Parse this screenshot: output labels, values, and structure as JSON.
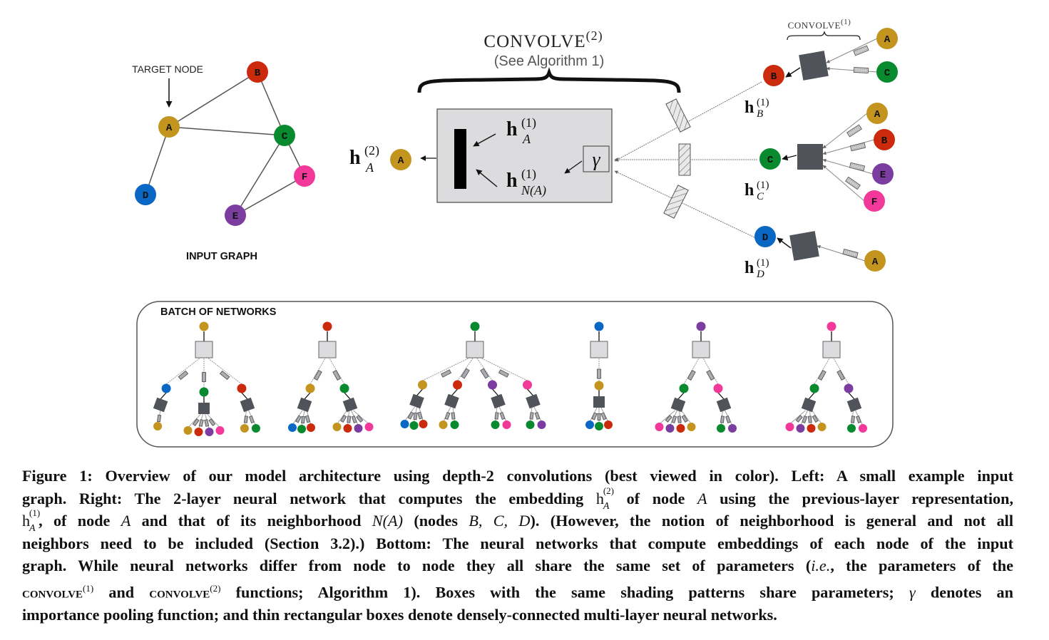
{
  "figure": {
    "input_graph": {
      "title": "INPUT GRAPH",
      "target_label": "TARGET NODE",
      "nodes": [
        {
          "id": "A",
          "color": "#c4951e"
        },
        {
          "id": "B",
          "color": "#cc2a0c"
        },
        {
          "id": "C",
          "color": "#0a8a2e"
        },
        {
          "id": "D",
          "color": "#0b67c4"
        },
        {
          "id": "E",
          "color": "#7b3d9f"
        },
        {
          "id": "F",
          "color": "#f2399a"
        }
      ],
      "edges": [
        [
          "A",
          "B"
        ],
        [
          "A",
          "C"
        ],
        [
          "B",
          "C"
        ],
        [
          "A",
          "D"
        ],
        [
          "C",
          "E"
        ],
        [
          "C",
          "F"
        ],
        [
          "E",
          "F"
        ]
      ]
    },
    "convolve2": {
      "title": "CONVOLVE",
      "title_sup": "(2)",
      "subtitle": "(See Algorithm 1)",
      "output_h": "h",
      "output_sup": "(2)",
      "output_sub": "A",
      "output_node": "A",
      "self_h": "h",
      "self_sup": "(1)",
      "self_sub": "A",
      "neigh_h": "h",
      "neigh_sup": "(1)",
      "neigh_sub": "N(A)",
      "pool_symbol": "γ"
    },
    "convolve1": {
      "title": "CONVOLVE",
      "title_sup": "(1)",
      "groups": [
        {
          "node": "B",
          "h": "h",
          "sup": "(1)",
          "sub": "B",
          "inputs": [
            "A",
            "C"
          ]
        },
        {
          "node": "C",
          "h": "h",
          "sup": "(1)",
          "sub": "C",
          "inputs": [
            "A",
            "B",
            "E",
            "F"
          ]
        },
        {
          "node": "D",
          "h": "h",
          "sup": "(1)",
          "sub": "D",
          "inputs": [
            "A"
          ]
        }
      ]
    },
    "batch": {
      "title": "BATCH OF NETWORKS",
      "networks": [
        {
          "root": "A",
          "children": [
            {
              "id": "D",
              "leaves": [
                "A"
              ]
            },
            {
              "id": "C",
              "leaves": [
                "A",
                "B",
                "E",
                "F"
              ]
            },
            {
              "id": "B",
              "leaves": [
                "A",
                "C"
              ]
            }
          ]
        },
        {
          "root": "B",
          "children": [
            {
              "id": "A",
              "leaves": [
                "D",
                "C",
                "B"
              ]
            },
            {
              "id": "C",
              "leaves": [
                "A",
                "B",
                "E",
                "F"
              ]
            }
          ]
        },
        {
          "root": "C",
          "children": [
            {
              "id": "A",
              "leaves": [
                "D",
                "C",
                "B"
              ]
            },
            {
              "id": "B",
              "leaves": [
                "A",
                "C"
              ]
            },
            {
              "id": "E",
              "leaves": [
                "C",
                "F"
              ]
            },
            {
              "id": "F",
              "leaves": [
                "C",
                "E"
              ]
            }
          ]
        },
        {
          "root": "D",
          "children": [
            {
              "id": "A",
              "leaves": [
                "D",
                "C",
                "B"
              ]
            }
          ]
        },
        {
          "root": "E",
          "children": [
            {
              "id": "C",
              "leaves": [
                "F",
                "E",
                "B",
                "A"
              ]
            },
            {
              "id": "F",
              "leaves": [
                "C",
                "E"
              ]
            }
          ]
        },
        {
          "root": "F",
          "children": [
            {
              "id": "C",
              "leaves": [
                "F",
                "E",
                "B",
                "A"
              ]
            },
            {
              "id": "E",
              "leaves": [
                "C",
                "F"
              ]
            }
          ]
        }
      ]
    },
    "colors": {
      "edge": "#555555",
      "big_box_fill": "#dcdcde",
      "dark_box": "#50545a",
      "batch_border": "#555555"
    }
  },
  "caption": {
    "l1": "Figure 1: Overview of our model architecture using depth-2 convolutions (best viewed in color). Left: A small example input",
    "l2a": "graph. Right: The 2-layer neural network that computes the embedding ",
    "l2_h": "h",
    "l2_sup": "(2)",
    "l2_sub": "A",
    "l2b": " of node ",
    "l2_A": "A",
    "l2c": " using the previous-layer representation,",
    "l3_h": "h",
    "l3_sup": "(1)",
    "l3_sub": "A",
    "l3a": ", of node ",
    "l3_A": "A",
    "l3b": " and that of its neighborhood ",
    "l3_N": "N(A)",
    "l3c": " (nodes ",
    "l3_BCD": "B, C, D",
    "l3d": "). (However, the notion of neighborhood is general and not all",
    "l4": "neighbors need to be included (Section 3.2).) Bottom: The neural networks that compute embeddings of each node of the input",
    "l5a": "graph. While neural networks differ from node to node they all share the same set of parameters (",
    "l5_ie": "i.e.",
    "l5b": ", the parameters of the",
    "l6_conv1": "convolve",
    "l6_sup1": "(1)",
    "l6a": " and ",
    "l6_conv2": "convolve",
    "l6_sup2": "(2)",
    "l6b": " functions; Algorithm 1). Boxes with the same shading patterns share parameters; ",
    "l6_gamma": "γ",
    "l6c": " denotes an",
    "l7": "importance pooling function; and thin rectangular boxes denote densely-connected multi-layer neural networks."
  }
}
